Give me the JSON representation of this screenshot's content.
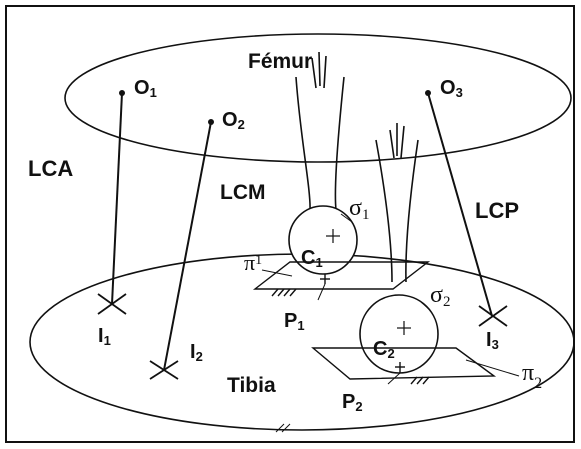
{
  "labels": {
    "femur": "Fémur",
    "tibia": "Tibia",
    "lca": "LCA",
    "lcm": "LCM",
    "lcp": "LCP"
  },
  "points": {
    "o1": {
      "main": "O",
      "sub": "1"
    },
    "o2": {
      "main": "O",
      "sub": "2"
    },
    "o3": {
      "main": "O",
      "sub": "3"
    },
    "i1": {
      "main": "I",
      "sub": "1"
    },
    "i2": {
      "main": "I",
      "sub": "2"
    },
    "i3": {
      "main": "I",
      "sub": "3"
    },
    "c1": {
      "main": "C",
      "sub": "1"
    },
    "c2": {
      "main": "C",
      "sub": "2"
    },
    "p1": {
      "main": "P",
      "sub": "1"
    },
    "p2": {
      "main": "P",
      "sub": "2"
    }
  },
  "greek": {
    "sigma1": {
      "main": "σ",
      "sub": "1"
    },
    "sigma2": {
      "main": "σ",
      "sub": "2"
    },
    "pi1": {
      "main": "π",
      "sub": "1"
    },
    "pi2": {
      "main": "π",
      "sub": "2"
    }
  },
  "colors": {
    "ink": "#111111",
    "background": "#ffffff"
  }
}
